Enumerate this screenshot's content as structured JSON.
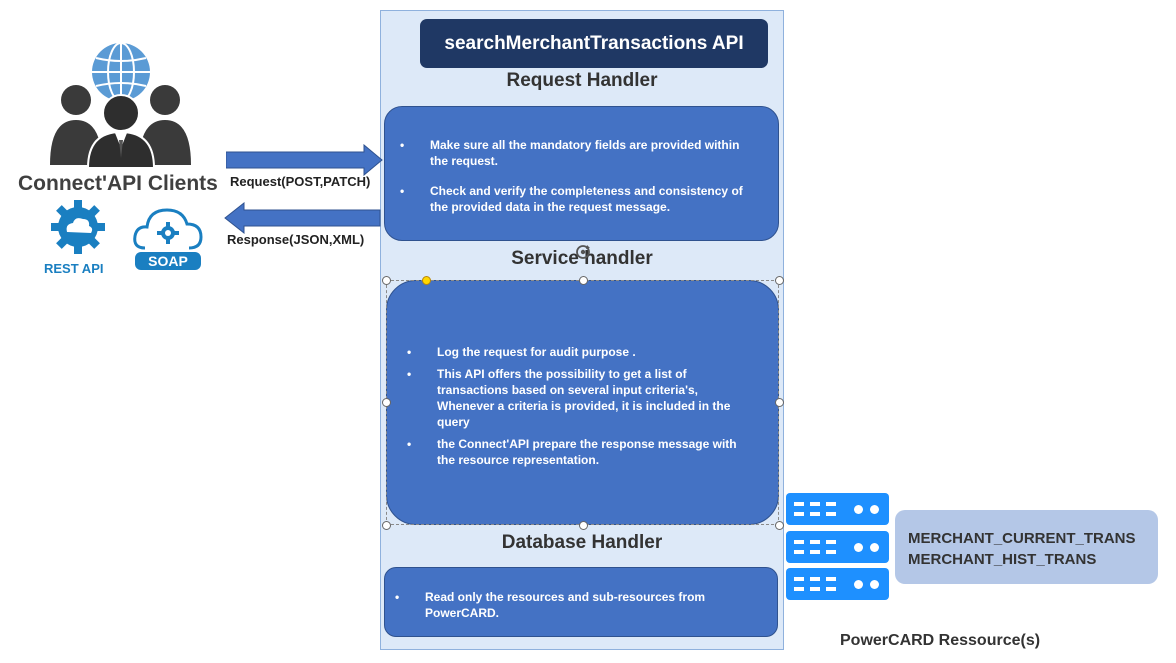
{
  "api": {
    "title": "searchMerchantTransactions API"
  },
  "request_handler": {
    "title": "Request Handler",
    "bullets": [
      "Make sure all the mandatory fields are provided within the request.",
      "Check and verify the completeness and consistency of the provided data in the request message."
    ]
  },
  "service_handler": {
    "title": "Service handler",
    "bullets": [
      "Log the request for audit purpose .",
      "This API offers the possibility to get a list of transactions based on several input criteria's, Whenever a criteria is provided, it is included in the query",
      "the Connect'API prepare the response message with the resource representation."
    ]
  },
  "database_handler": {
    "title": "Database Handler",
    "bullets": [
      "Read only the resources and sub-resources from PowerCARD."
    ]
  },
  "clients": {
    "title": "Connect'API Clients",
    "rest_label": "REST API",
    "soap_label": "SOAP"
  },
  "arrows": {
    "request_label": "Request(POST,PATCH)",
    "response_label": "Response(JSON,XML)"
  },
  "resources": {
    "tables": [
      "MERCHANT_CURRENT_TRANS",
      "MERCHANT_HIST_TRANS"
    ],
    "caption": "PowerCARD Ressource(s)"
  },
  "colors": {
    "title_bg": "#1f3864",
    "box_blue": "#4472c4",
    "column_bg": "#dde9f8",
    "server_blue": "#1e90ff",
    "resource_box": "#b4c7e7",
    "icon_teal": "#1a7fc1"
  }
}
